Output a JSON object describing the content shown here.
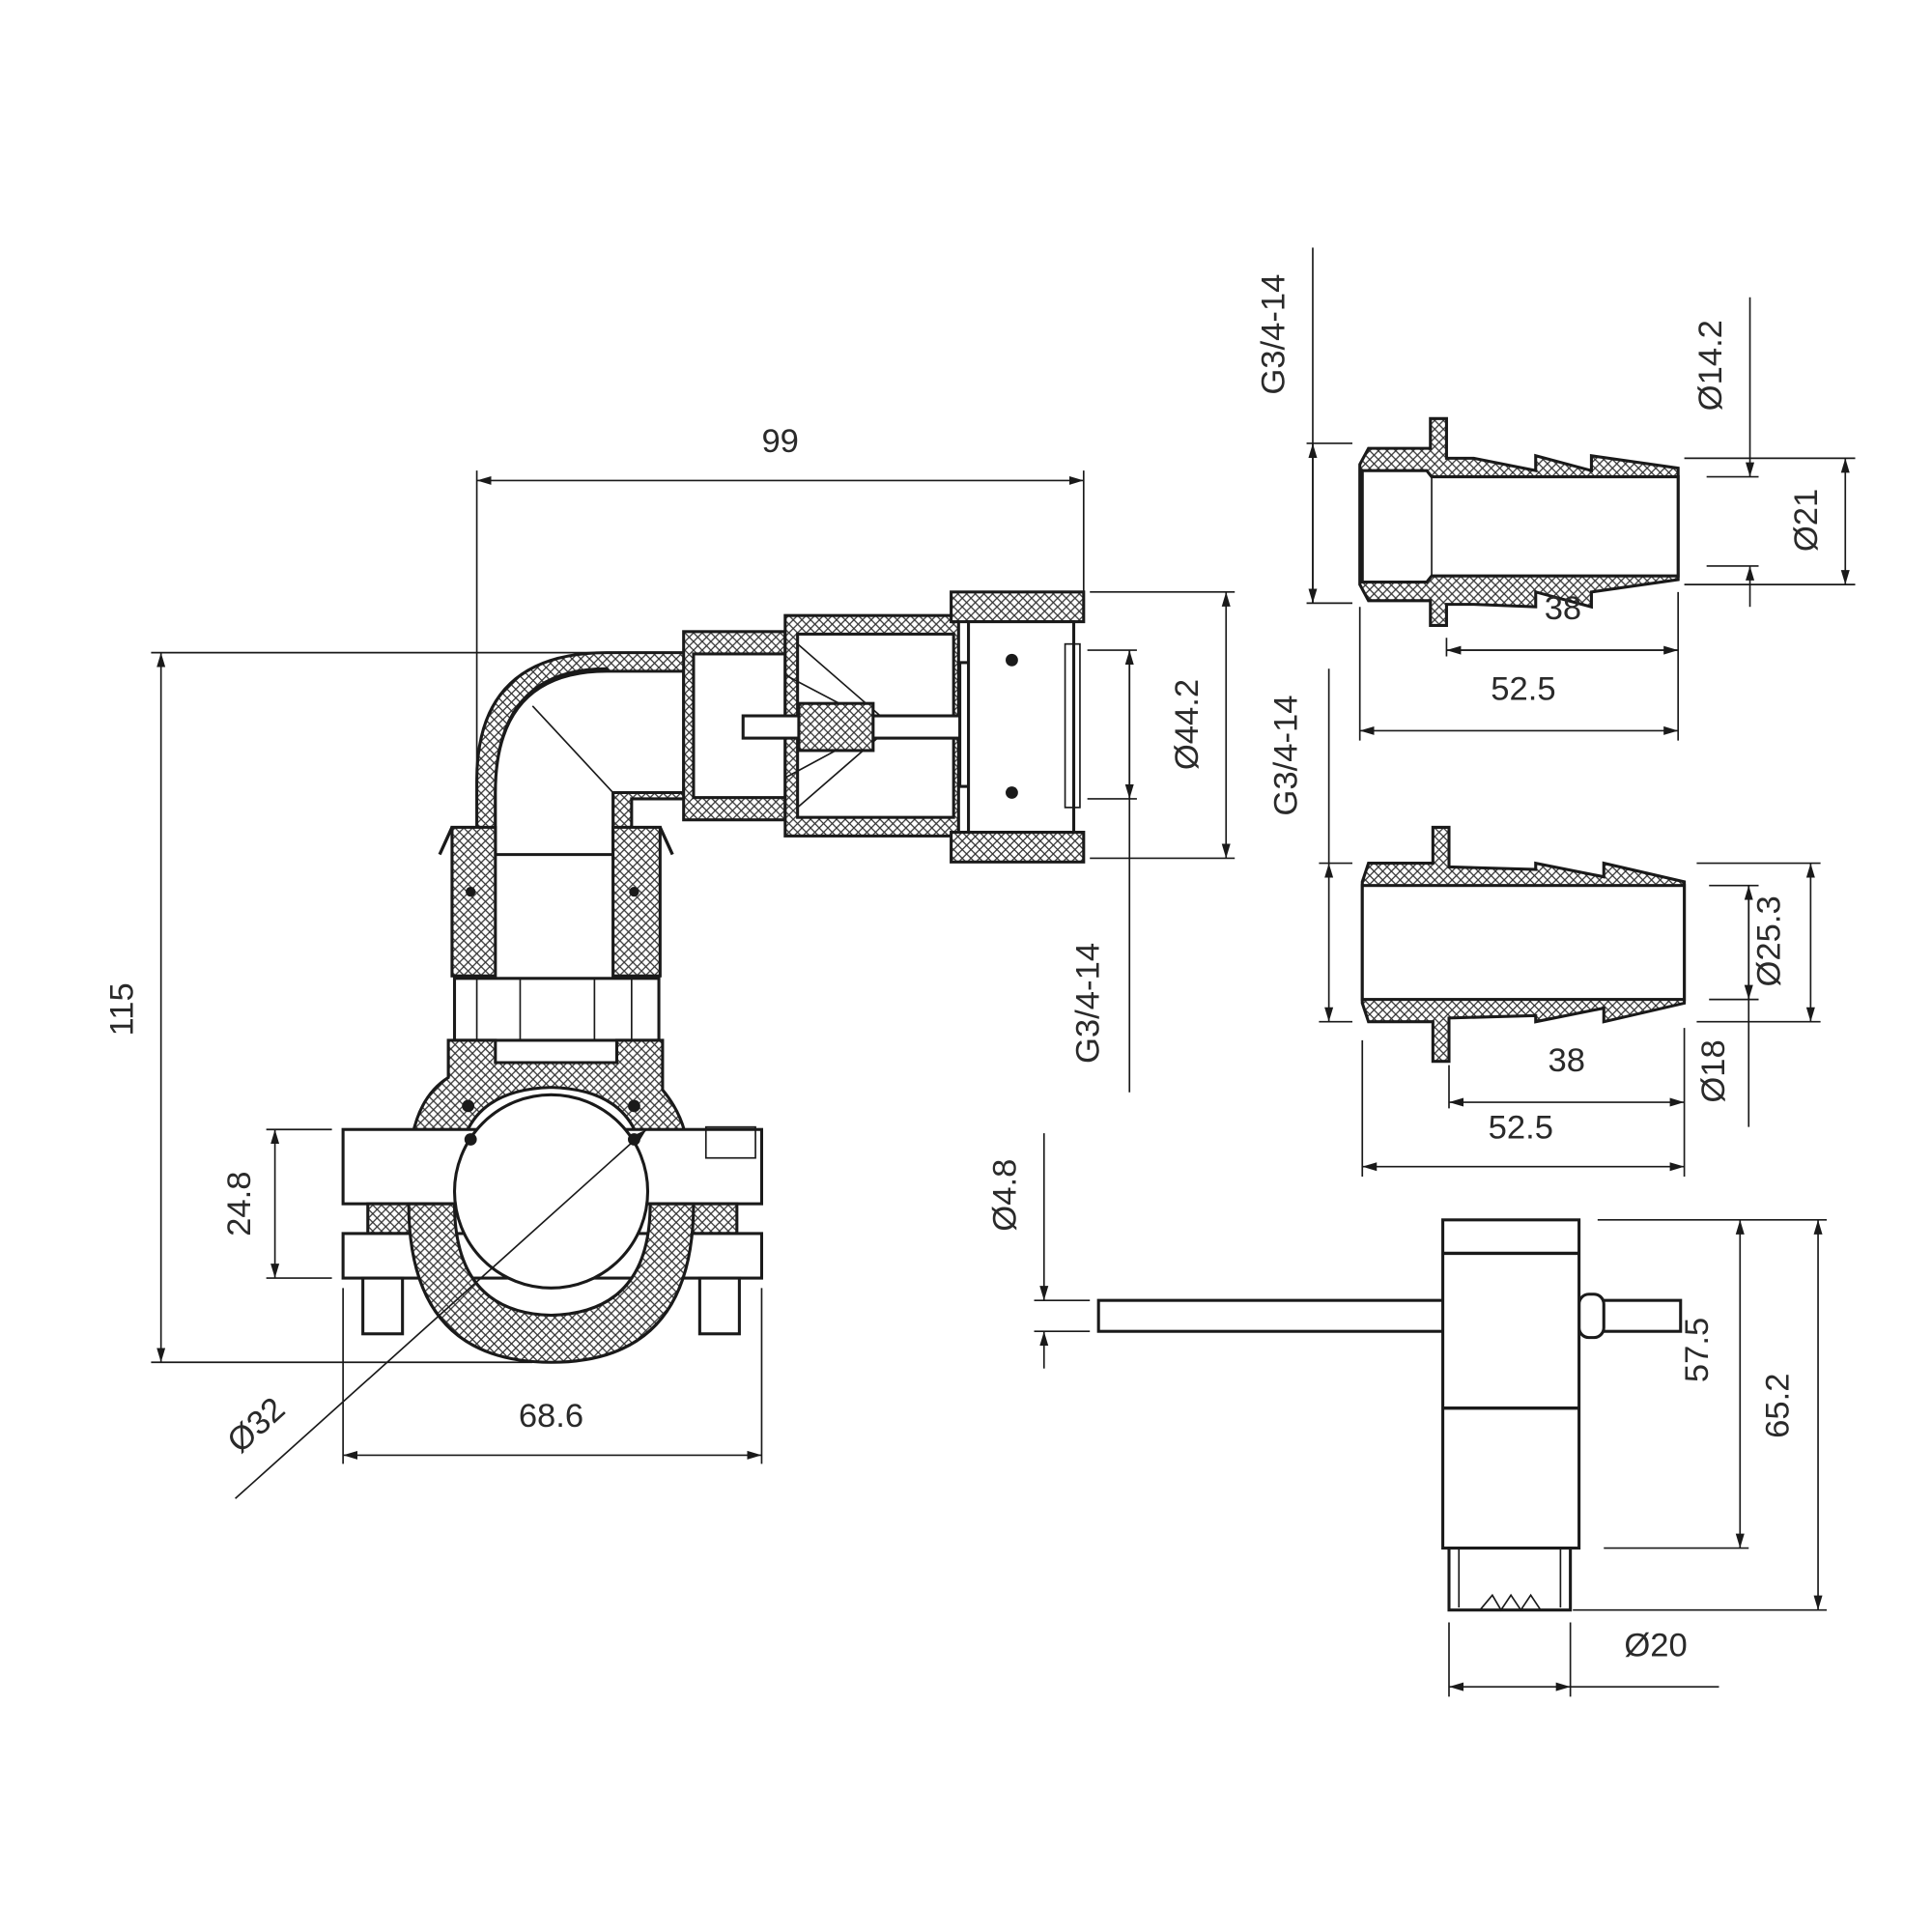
{
  "drawing": {
    "line_color": "#1a1a1a",
    "main_assembly": {
      "overall_width": "99",
      "overall_height": "115",
      "saddle_height": "24.8",
      "pipe_diameter": "Ø32",
      "clamp_width": "68.6",
      "nut_diameter": "Ø44.2",
      "thread": "G3/4-14"
    },
    "hose_tail_small": {
      "thread": "G3/4-14",
      "inner_diameter": "Ø14.2",
      "outer_diameter": "Ø21",
      "barb_length": "38",
      "total_length": "52.5"
    },
    "hose_tail_large": {
      "thread": "G3/4-14",
      "outer_diameter": "Ø25.3",
      "inner_diameter": "Ø18",
      "barb_length": "38",
      "total_length": "52.5"
    },
    "tapping_key": {
      "rod_diameter": "Ø4.8",
      "body_length": "57.5",
      "total_length": "65.2",
      "cutter_diameter": "Ø20"
    }
  }
}
